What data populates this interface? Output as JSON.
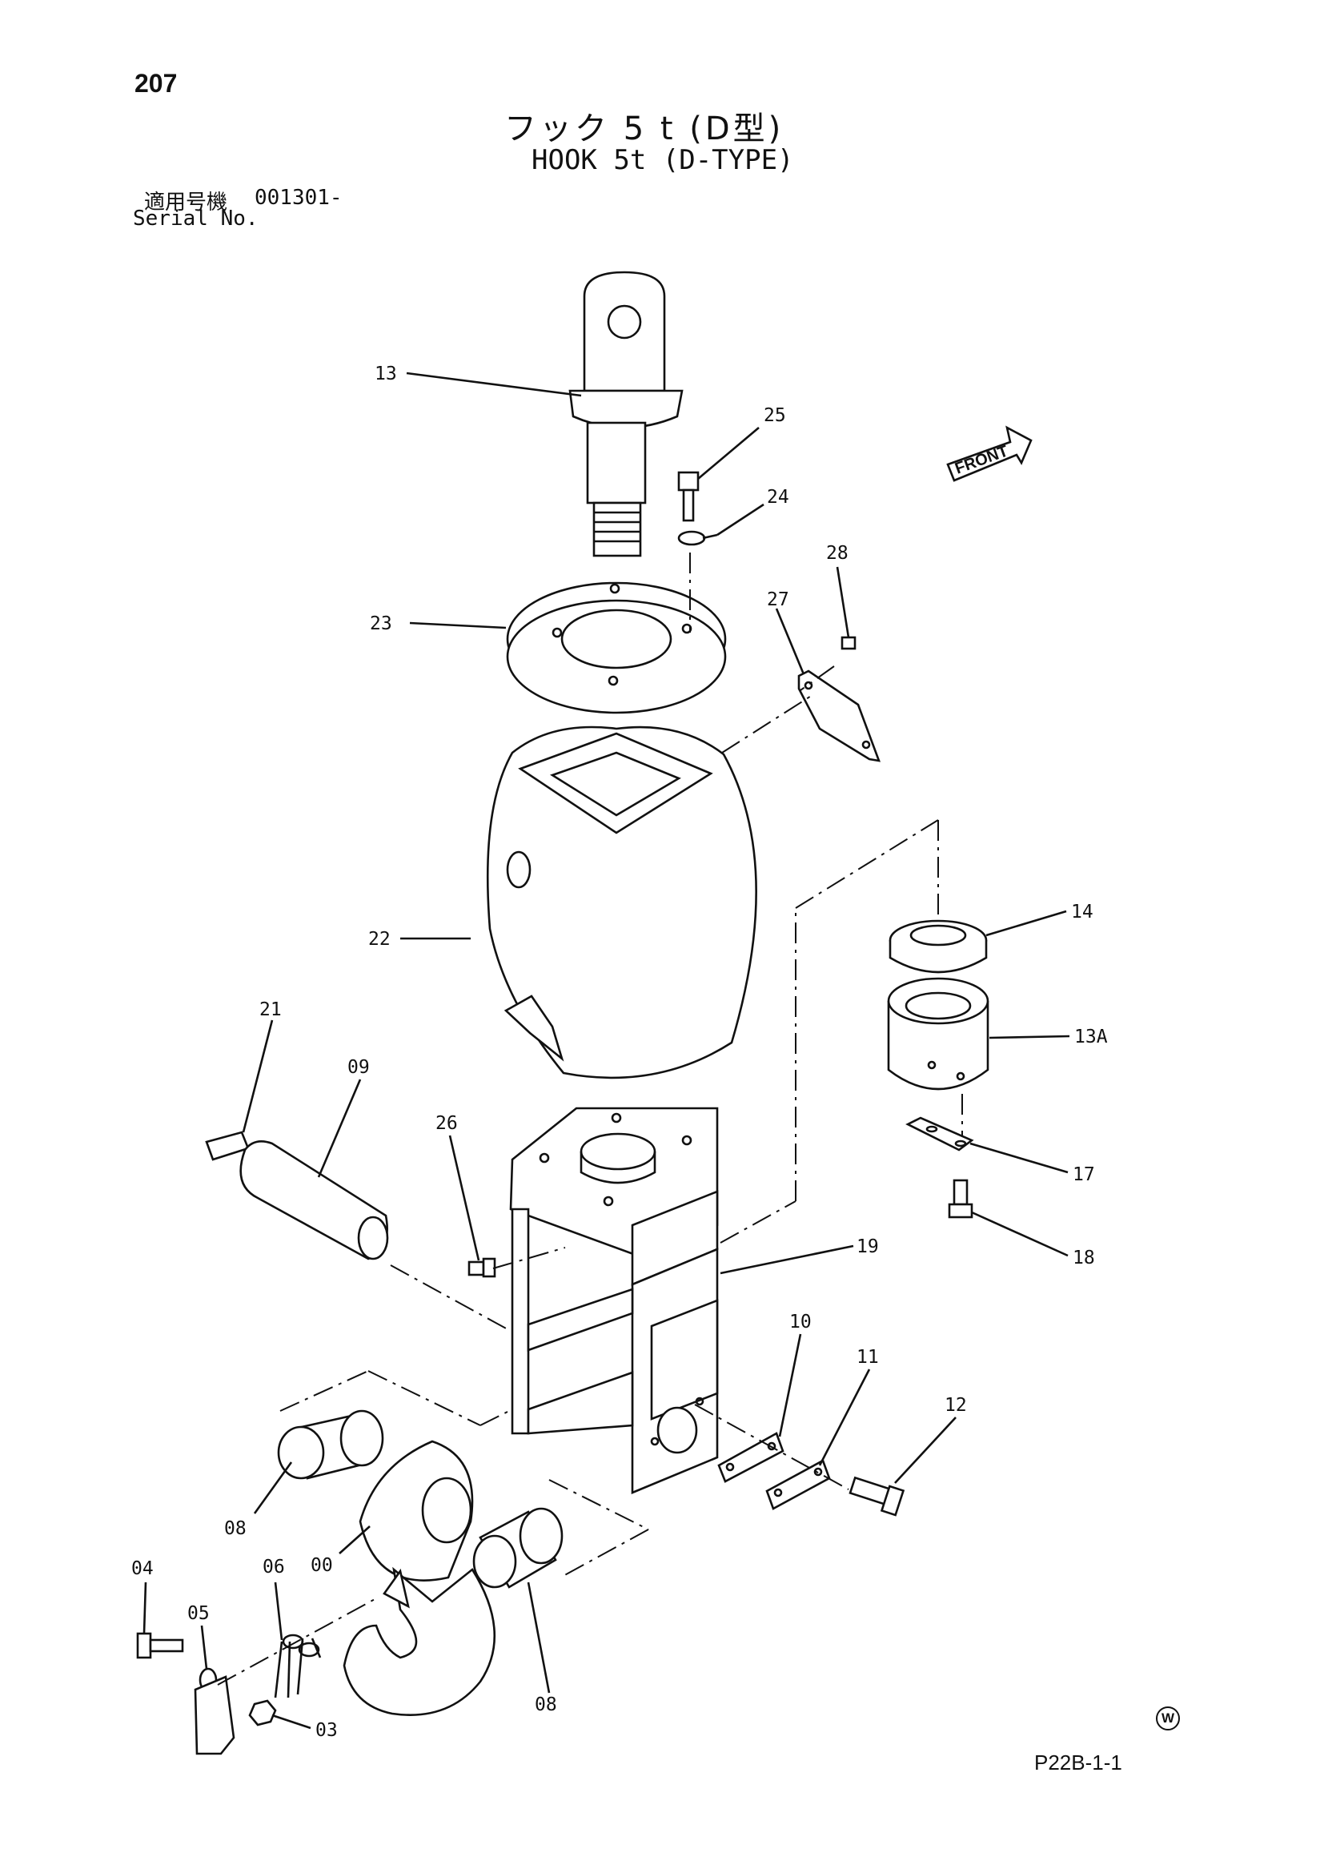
{
  "page_number": "207",
  "title_jp": "フック 5 t (D型)",
  "title_en": "HOOK 5t (D-TYPE)",
  "serial": {
    "label_jp": "適用号機",
    "value": "001301-",
    "label_en": "Serial No."
  },
  "front_label": "FRONT",
  "drawing_code": "P22B-1-1",
  "watermark_symbol": "W",
  "callouts": {
    "c13": "13",
    "c25": "25",
    "c24": "24",
    "c28": "28",
    "c23": "23",
    "c27": "27",
    "c22": "22",
    "c14": "14",
    "c13a": "13A",
    "c21": "21",
    "c09": "09",
    "c26": "26",
    "c17": "17",
    "c18": "18",
    "c19": "19",
    "c10": "10",
    "c11": "11",
    "c12": "12",
    "c08a": "08",
    "c00": "00",
    "c04": "04",
    "c06": "06",
    "c05": "05",
    "c08b": "08",
    "c03": "03"
  }
}
